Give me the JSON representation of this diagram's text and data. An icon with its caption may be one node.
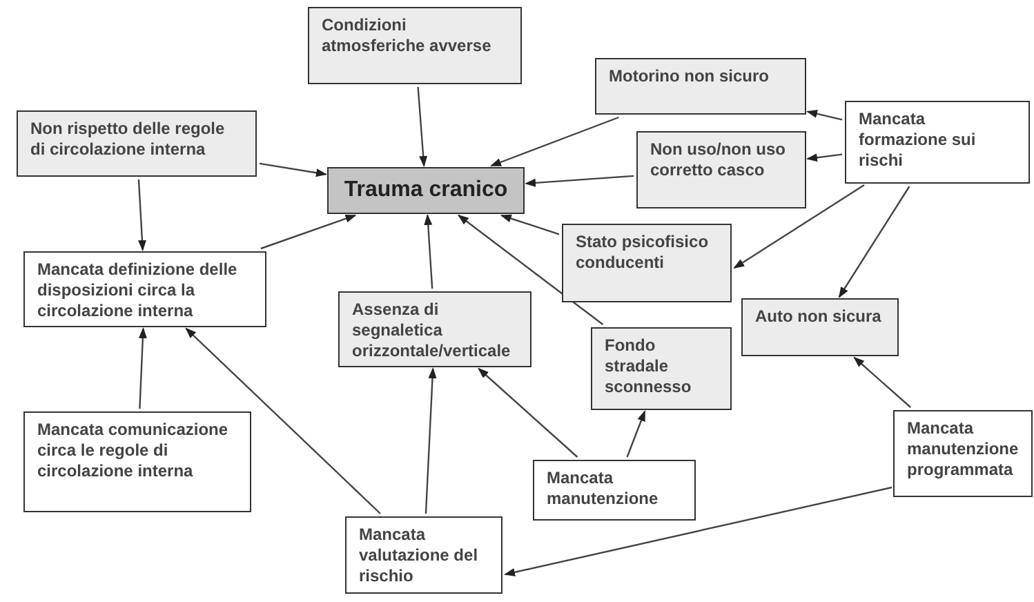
{
  "diagram": {
    "nodes": [
      {
        "text": [
          "Condizioni atmosferiche avverse"
        ]
      },
      {
        "text": [
          "Non rispetto delle regole di circolazione interna"
        ]
      },
      {
        "text": [
          "Trauma cranico"
        ]
      },
      {
        "text": [
          "Motorino non sicuro"
        ]
      },
      {
        "text": [
          "Non uso/non uso corretto casco"
        ]
      },
      {
        "text": [
          "Mancata formazione sui rischi"
        ]
      },
      {
        "text": [
          "Stato psicofisico conducenti"
        ]
      },
      {
        "text": [
          "Mancata definizione delle disposizioni circa la circolazione interna"
        ]
      },
      {
        "text": [
          "Assenza di segnaletica orizzontale/verticale"
        ]
      },
      {
        "text": [
          "Auto non sicura"
        ]
      },
      {
        "text": [
          "Fondo stradale sconnesso"
        ]
      },
      {
        "text": [
          "Mancata comunicazione circa le regole di circolazione interna"
        ]
      },
      {
        "text": [
          "Mancata manutenzione"
        ]
      },
      {
        "text": [
          "Mancata manutenzione programmata"
        ]
      },
      {
        "text": [
          "Mancata valutazione del rischio"
        ]
      }
    ],
    "edges": [
      {
        "from": 0,
        "to": 2,
        "arrow": "to"
      },
      {
        "from": 1,
        "to": 2,
        "arrow": "to"
      },
      {
        "from": 3,
        "to": 2,
        "arrow": "to"
      },
      {
        "from": 4,
        "to": 2,
        "arrow": "to"
      },
      {
        "from": 6,
        "to": 2,
        "arrow": "to"
      },
      {
        "from": 10,
        "to": 2,
        "arrow": "to"
      },
      {
        "from": 8,
        "to": 2,
        "arrow": "to"
      },
      {
        "from": 7,
        "to": 2,
        "arrow": "to"
      },
      {
        "from": 1,
        "to": 7,
        "arrow": "to"
      },
      {
        "from": 11,
        "to": 7,
        "arrow": "to"
      },
      {
        "from": 14,
        "to": 7,
        "arrow": "to"
      },
      {
        "from": 14,
        "to": 8,
        "arrow": "to"
      },
      {
        "from": 12,
        "to": 8,
        "arrow": "to"
      },
      {
        "from": 12,
        "to": 10,
        "arrow": "to"
      },
      {
        "from": 5,
        "to": 3,
        "arrow": "to"
      },
      {
        "from": 5,
        "to": 4,
        "arrow": "to"
      },
      {
        "from": 5,
        "to": 6,
        "arrow": "to"
      },
      {
        "from": 5,
        "to": 9,
        "arrow": "to"
      },
      {
        "from": 13,
        "to": 9,
        "arrow": "to"
      },
      {
        "from": 13,
        "to": 14,
        "arrow": "to"
      }
    ]
  }
}
